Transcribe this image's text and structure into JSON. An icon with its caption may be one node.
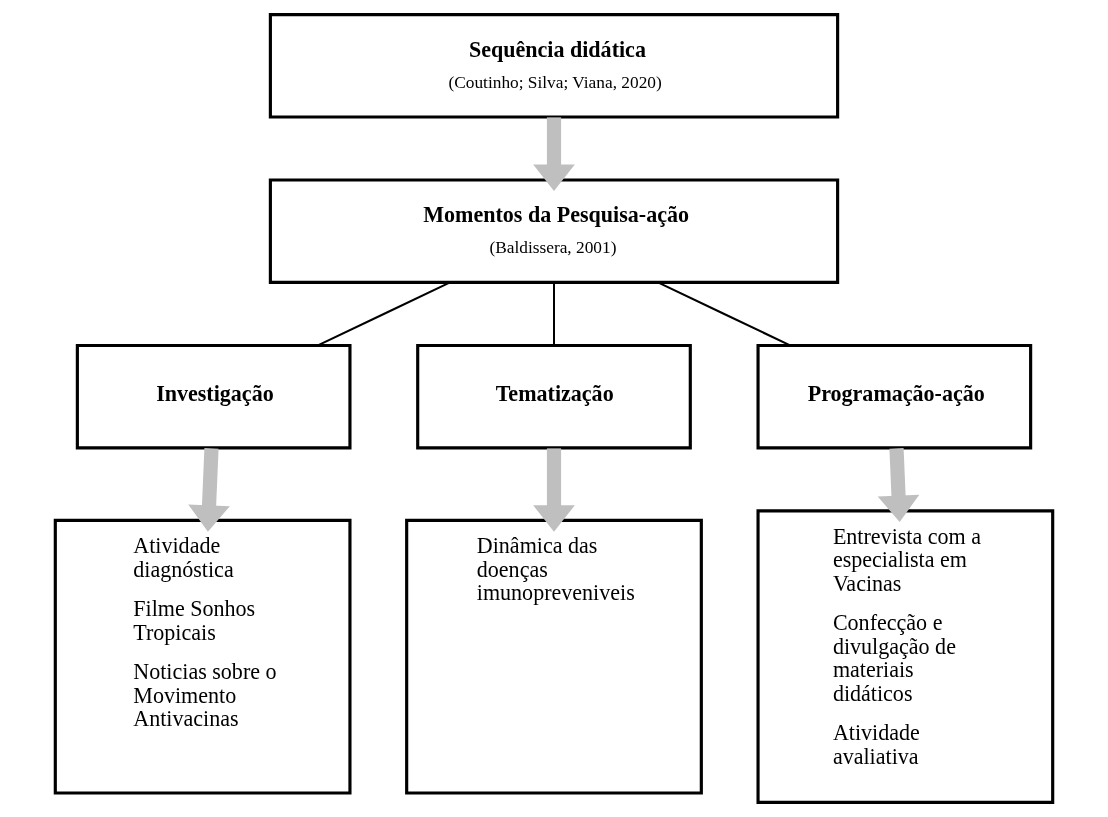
{
  "diagram": {
    "nodes": [
      {
        "text": [
          "Sequência didática",
          "(Coutinho; Silva; Viana, 2020)"
        ]
      },
      {
        "text": [
          "Momentos da Pesquisa-ação",
          "(Baldissera, 2001)"
        ]
      },
      {
        "text": [
          "Investigação"
        ]
      },
      {
        "text": [
          "Tematização"
        ]
      },
      {
        "text": [
          "Programação-ação"
        ]
      },
      {
        "text": [
          "Atividade diagnóstica",
          "Filme Sonhos Tropicais",
          "Noticias sobre o Movimento Antivacinas"
        ]
      },
      {
        "text": [
          "Dinâmica das doenças imunopreveniveis"
        ]
      },
      {
        "text": [
          "Entrevista com a especialista em Vacinas",
          "Confecção e divulgação de materiais didáticos",
          "Atividade avaliativa"
        ]
      }
    ],
    "edges": [
      {
        "from": 0,
        "to": 1,
        "arrow": "to"
      },
      {
        "from": 1,
        "to": 2,
        "arrow": "none",
        "color": "#000000"
      },
      {
        "from": 1,
        "to": 3,
        "arrow": "none",
        "color": "#000000"
      },
      {
        "from": 1,
        "to": 4,
        "arrow": "none",
        "color": "#000000"
      },
      {
        "from": 2,
        "to": 5,
        "arrow": "to"
      },
      {
        "from": 3,
        "to": 6,
        "arrow": "to"
      },
      {
        "from": 4,
        "to": 7,
        "arrow": "to"
      }
    ]
  }
}
